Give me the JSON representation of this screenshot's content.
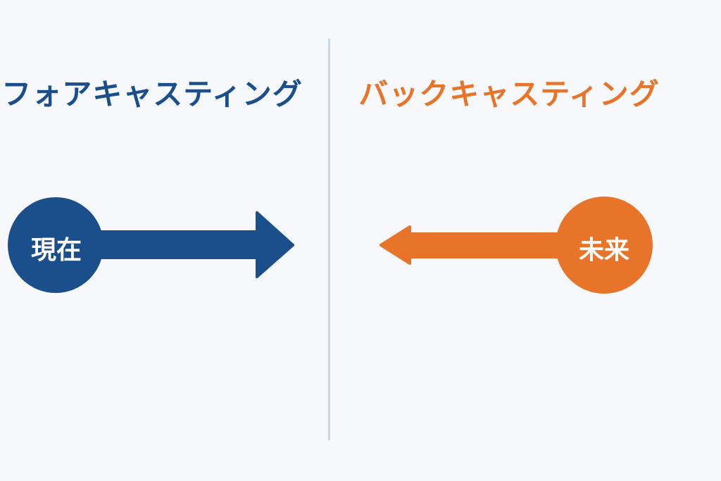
{
  "left": {
    "title": "フォアキャスティング",
    "circle_label": "現在",
    "color": "#1a4f8c",
    "direction": "right"
  },
  "right": {
    "title": "バックキャスティング",
    "circle_label": "未来",
    "color": "#e8742a",
    "direction": "left"
  }
}
